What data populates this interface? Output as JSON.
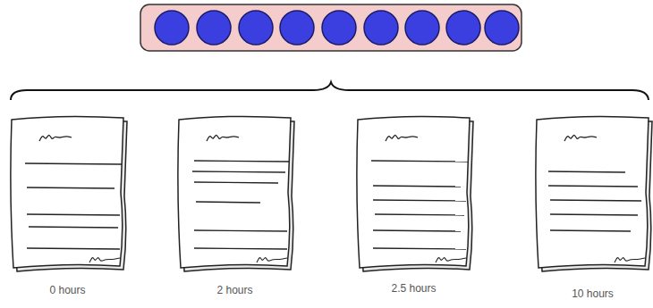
{
  "diagram": {
    "nodes": [
      {
        "text": [
          "0 hours"
        ]
      },
      {
        "text": [
          "2 hours"
        ]
      },
      {
        "text": [
          "2.5 hours"
        ]
      },
      {
        "text": [
          "10 hours"
        ]
      }
    ]
  }
}
